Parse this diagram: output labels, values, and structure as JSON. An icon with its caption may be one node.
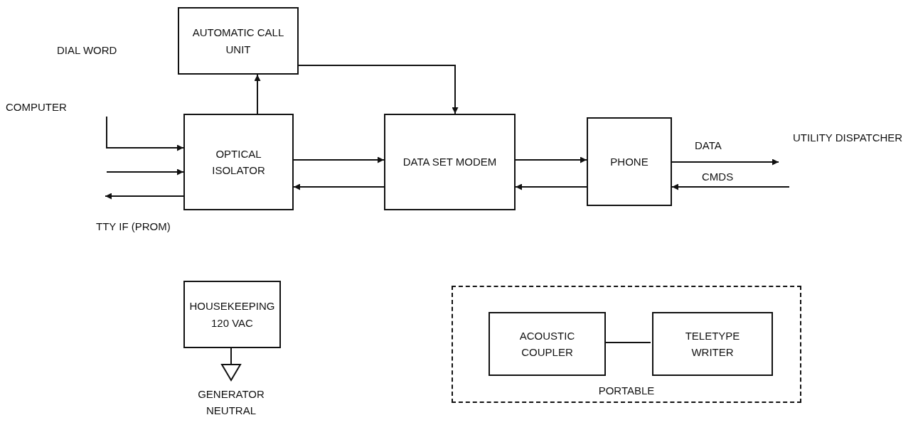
{
  "diagram": {
    "nodes": [
      {
        "text": [
          "AUTOMATIC CALL UNIT"
        ]
      },
      {
        "text": [
          "OPTICAL ISOLATOR"
        ]
      },
      {
        "text": [
          "DATA SET MODEM"
        ]
      },
      {
        "text": [
          "PHONE"
        ]
      },
      {
        "text": [
          "COMPUTER"
        ]
      },
      {
        "text": [
          "UTILITY DISPATCHER"
        ]
      },
      {
        "text": [
          "HOUSEKEEPING 120 VAC"
        ]
      },
      {
        "text": [],
        "shape": "triangle",
        "beside": [
          "GENERATOR NEUTRAL"
        ]
      },
      {
        "text": [
          "PORTABLE"
        ]
      },
      {
        "text": [
          "ACOUSTIC COUPLER"
        ],
        "in": 8
      },
      {
        "text": [
          "TELETYPE WRITER"
        ],
        "in": 8
      }
    ],
    "edges": [
      {
        "from": 4,
        "to": 1,
        "arrow": "to"
      },
      {
        "from": null,
        "to": 1,
        "arrow": "to"
      },
      {
        "from": 1,
        "to": null,
        "arrow": "to"
      },
      {
        "from": 1,
        "to": 0,
        "arrow": "to"
      },
      {
        "from": 0,
        "to": 2,
        "arrow": "to"
      },
      {
        "from": 1,
        "to": 2,
        "arrow": "to"
      },
      {
        "from": 2,
        "to": 1,
        "arrow": "to"
      },
      {
        "from": 2,
        "to": 3,
        "arrow": "to"
      },
      {
        "from": 3,
        "to": 2,
        "arrow": "to"
      },
      {
        "from": 3,
        "to": 5,
        "arrow": "to",
        "label": "DATA"
      },
      {
        "from": 5,
        "to": 3,
        "arrow": "to",
        "label": "CMDS"
      },
      {
        "from": 6,
        "to": 7,
        "arrow": "none"
      },
      {
        "from": 9,
        "to": 10,
        "arrow": "none"
      }
    ],
    "labels": [
      "DIAL WORD",
      "TTY IF (PROM)"
    ]
  }
}
